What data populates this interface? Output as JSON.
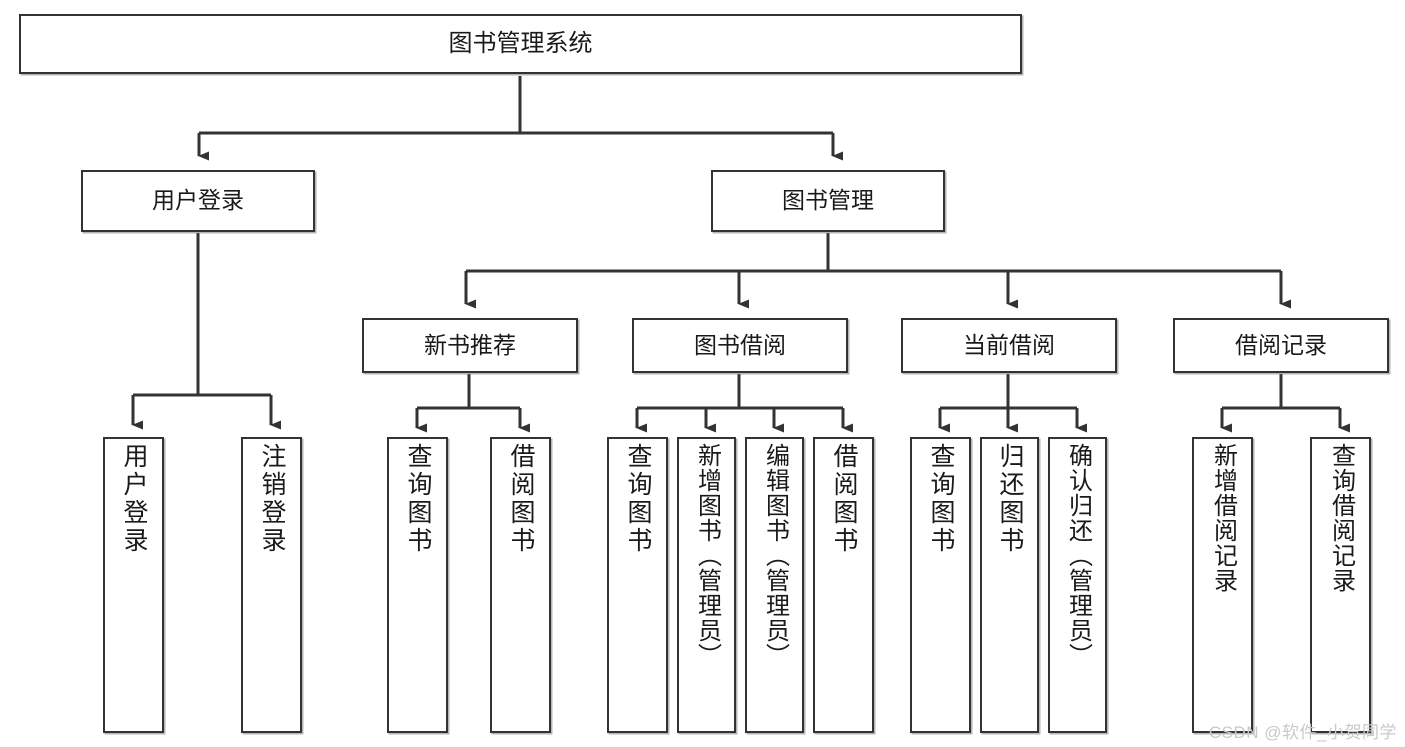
{
  "diagram": {
    "type": "tree",
    "title": "图书管理系统",
    "watermark": "CSDN @软件_小贺同学",
    "colors": {
      "node_border": "#333333",
      "node_fill": "#ffffff",
      "connector": "#333333",
      "text": "#1a1a1a",
      "watermark": "#c9c9c9"
    },
    "nodes": {
      "root": {
        "label": "图书管理系统"
      },
      "level2": [
        {
          "label": "用户登录"
        },
        {
          "label": "图书管理"
        }
      ],
      "level3": [
        {
          "label": "新书推荐"
        },
        {
          "label": "图书借阅"
        },
        {
          "label": "当前借阅"
        },
        {
          "label": "借阅记录"
        }
      ],
      "leaves": {
        "user_login": [
          {
            "label": "用户登录"
          },
          {
            "label": "注销登录"
          }
        ],
        "new_book_recommend": [
          {
            "label": "查询图书"
          },
          {
            "label": "借阅图书"
          }
        ],
        "book_borrow": [
          {
            "label": "查询图书"
          },
          {
            "label": "新增图书（管理员）"
          },
          {
            "label": "编辑图书（管理员）"
          },
          {
            "label": "借阅图书"
          }
        ],
        "current_borrow": [
          {
            "label": "查询图书"
          },
          {
            "label": "归还图书"
          },
          {
            "label": "确认归还（管理员）"
          }
        ],
        "borrow_record": [
          {
            "label": "新增借阅记录"
          },
          {
            "label": "查询借阅记录"
          }
        ]
      }
    }
  }
}
